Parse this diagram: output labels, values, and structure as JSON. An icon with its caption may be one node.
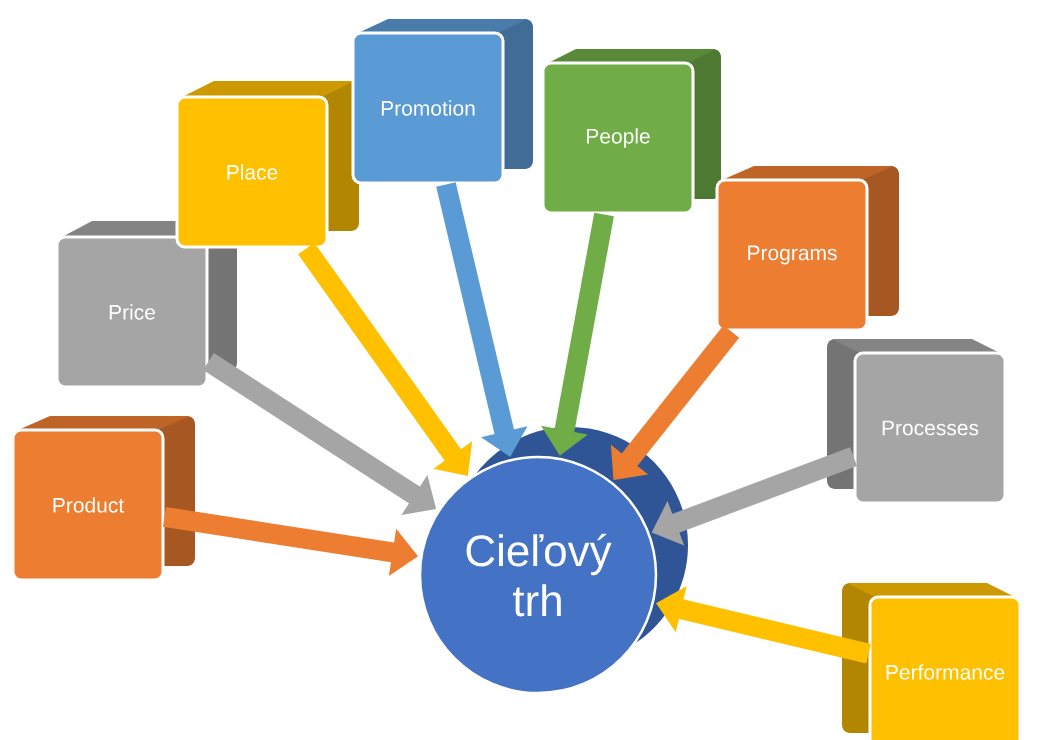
{
  "diagram": {
    "nodes": [
      {
        "text": [
          "Cieľový trh"
        ]
      },
      {
        "text": [
          "Product"
        ]
      },
      {
        "text": [
          "Price"
        ]
      },
      {
        "text": [
          "Place"
        ]
      },
      {
        "text": [
          "Promotion"
        ]
      },
      {
        "text": [
          "People"
        ]
      },
      {
        "text": [
          "Programs"
        ]
      },
      {
        "text": [
          "Processes"
        ]
      },
      {
        "text": [
          "Performance"
        ]
      }
    ],
    "edges": [
      {
        "from": 1,
        "to": 0,
        "arrow": "to",
        "color": "#ed7d31"
      },
      {
        "from": 2,
        "to": 0,
        "arrow": "to",
        "color": "#a5a5a5"
      },
      {
        "from": 3,
        "to": 0,
        "arrow": "to",
        "color": "#ffc000"
      },
      {
        "from": 4,
        "to": 0,
        "arrow": "to",
        "color": "#5b9bd5"
      },
      {
        "from": 5,
        "to": 0,
        "arrow": "to",
        "color": "#70ad47"
      },
      {
        "from": 6,
        "to": 0,
        "arrow": "to",
        "color": "#ed7d31"
      },
      {
        "from": 7,
        "to": 0,
        "arrow": "to",
        "color": "#a5a5a5"
      },
      {
        "from": 8,
        "to": 0,
        "arrow": "to",
        "color": "#ffc000"
      }
    ]
  }
}
